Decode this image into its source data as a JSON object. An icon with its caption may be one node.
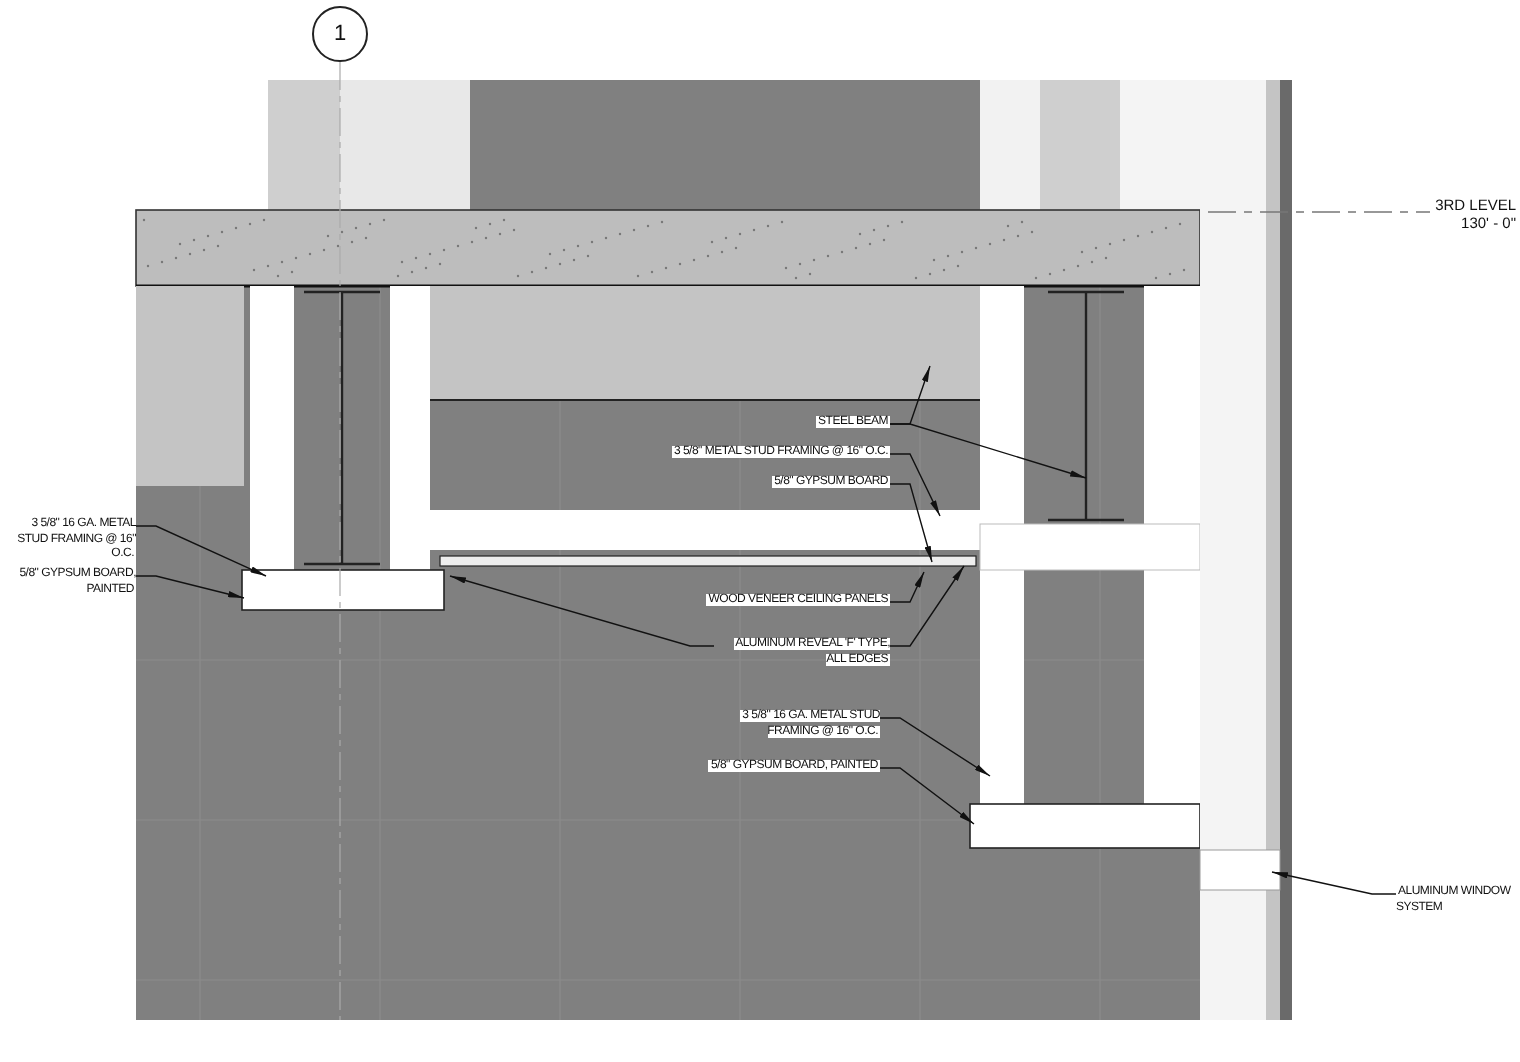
{
  "diagram": {
    "nodes": [
      {
        "text": [
          "1"
        ]
      },
      {
        "text": [
          "3 5/8\" 16 GA. METAL STUD FRAMING @ 16\" O.C."
        ]
      },
      {
        "text": [
          "5/8\" GYPSUM BOARD, PAINTED"
        ]
      },
      {
        "text": [
          "STEEL BEAM"
        ]
      },
      {
        "text": [
          "3 5/8\" METAL STUD FRAMING @ 16\" O.C."
        ]
      },
      {
        "text": [
          "5/8\" GYPSUM BOARD"
        ]
      },
      {
        "text": [
          "WOOD VENEER CEILING PANELS"
        ]
      },
      {
        "text": [
          "ALUMINUM REVEAL 'F' TYPE, ALL EDGES"
        ]
      },
      {
        "text": [
          "3 5/8\" 16 GA. METAL STUD FRAMING @ 16\" O.C."
        ]
      },
      {
        "text": [
          "5/8\" GYPSUM BOARD, PAINTED"
        ]
      },
      {
        "text": [
          "ALUMINUM WINDOW SYSTEM"
        ]
      }
    ],
    "edges": [
      {
        "from": 1,
        "to": null,
        "arrow": "to"
      },
      {
        "from": 2,
        "to": null,
        "arrow": "to"
      },
      {
        "from": 3,
        "to": null,
        "arrow": "to"
      },
      {
        "from": 3,
        "to": null,
        "arrow": "to"
      },
      {
        "from": 4,
        "to": null,
        "arrow": "to"
      },
      {
        "from": 5,
        "to": null,
        "arrow": "to"
      },
      {
        "from": 6,
        "to": null,
        "arrow": "to"
      },
      {
        "from": 7,
        "to": null,
        "arrow": "to"
      },
      {
        "from": 7,
        "to": null,
        "arrow": "to"
      },
      {
        "from": 8,
        "to": null,
        "arrow": "to"
      },
      {
        "from": 9,
        "to": null,
        "arrow": "to"
      },
      {
        "from": 10,
        "to": null,
        "arrow": "to"
      }
    ],
    "labels": [
      "3RD LEVEL",
      "130' - 0\""
    ]
  }
}
